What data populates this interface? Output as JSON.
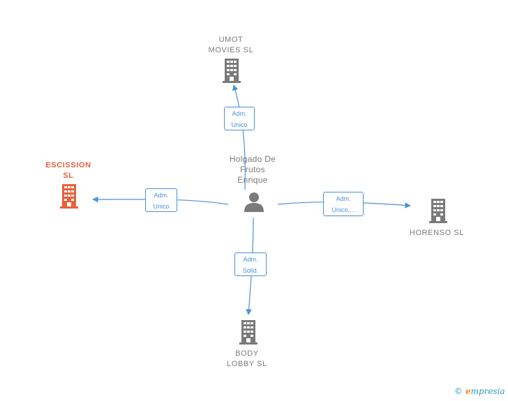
{
  "diagram": {
    "center": {
      "name": "Holgado De\nFrutos\nEnrique",
      "icon": "person-icon"
    },
    "companies": [
      {
        "id": "umot",
        "name": "UMOT\nMOVIES  SL",
        "icon": "building-icon",
        "color": "#7a7a7a",
        "role": "Adm.\nUnico"
      },
      {
        "id": "escission",
        "name": "ESCISSION\nSL",
        "icon": "building-icon",
        "color": "#e8603c",
        "role": "Adm.\nUnico"
      },
      {
        "id": "horenso",
        "name": "HORENSO  SL",
        "icon": "building-icon",
        "color": "#7a7a7a",
        "role": "Adm.\nUnico,..."
      },
      {
        "id": "body",
        "name": "BODY\nLOBBY  SL",
        "icon": "building-icon",
        "color": "#7a7a7a",
        "role": "Adm.\nSolid."
      }
    ],
    "edge_color": "#4a90d9"
  },
  "footer": {
    "copyright": "©",
    "brand_e": "e",
    "brand_rest": "mpresia"
  }
}
